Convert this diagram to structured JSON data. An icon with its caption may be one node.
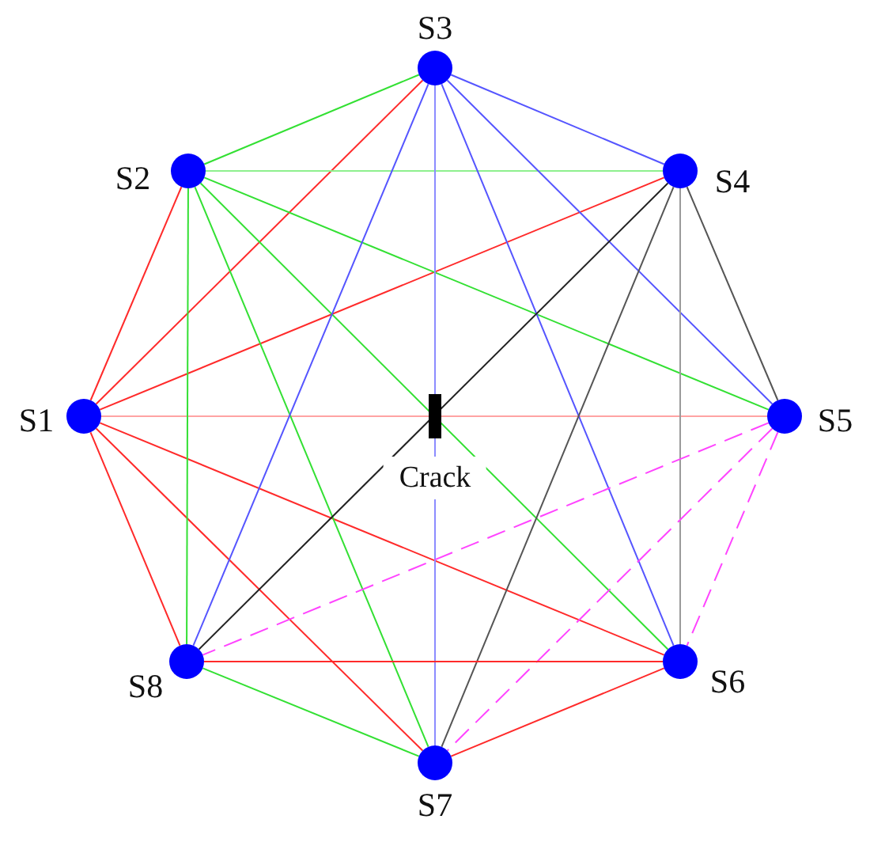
{
  "diagram": {
    "nodes": [
      {
        "text": [
          "S1"
        ]
      },
      {
        "text": [
          "S2"
        ]
      },
      {
        "text": [
          "S3"
        ]
      },
      {
        "text": [
          "S4"
        ]
      },
      {
        "text": [
          "S5"
        ]
      },
      {
        "text": [
          "S6"
        ]
      },
      {
        "text": [
          "S7"
        ]
      },
      {
        "text": [
          "S8"
        ]
      }
    ],
    "edges": [
      {
        "from": 0,
        "to": 1,
        "arrow": "none"
      },
      {
        "from": 0,
        "to": 2,
        "arrow": "none"
      },
      {
        "from": 0,
        "to": 3,
        "arrow": "none"
      },
      {
        "from": 0,
        "to": 4,
        "arrow": "none",
        "color": "#ffa3a3"
      },
      {
        "from": 0,
        "to": 5,
        "arrow": "none"
      },
      {
        "from": 0,
        "to": 6,
        "arrow": "none"
      },
      {
        "from": 0,
        "to": 7,
        "arrow": "none"
      },
      {
        "from": 1,
        "to": 2,
        "arrow": "none",
        "color": "#33e033"
      },
      {
        "from": 1,
        "to": 3,
        "arrow": "none",
        "color": "#8ef08e"
      },
      {
        "from": 1,
        "to": 4,
        "arrow": "none",
        "color": "#33e033"
      },
      {
        "from": 1,
        "to": 5,
        "arrow": "none",
        "color": "#33e033"
      },
      {
        "from": 1,
        "to": 6,
        "arrow": "none",
        "color": "#33e033"
      },
      {
        "from": 1,
        "to": 7,
        "arrow": "none",
        "color": "#33e033"
      },
      {
        "from": 2,
        "to": 3,
        "arrow": "none",
        "color": "#5555ff"
      },
      {
        "from": 2,
        "to": 4,
        "arrow": "none",
        "color": "#5555ff"
      },
      {
        "from": 2,
        "to": 5,
        "arrow": "none",
        "color": "#5555ff"
      },
      {
        "from": 2,
        "to": 6,
        "arrow": "none",
        "color": "#8c8cff"
      },
      {
        "from": 2,
        "to": 7,
        "arrow": "none",
        "color": "#5555ff"
      },
      {
        "from": 3,
        "to": 4,
        "arrow": "none",
        "color": "#555555"
      },
      {
        "from": 3,
        "to": 5,
        "arrow": "none",
        "color": "#9a9a9a"
      },
      {
        "from": 3,
        "to": 6,
        "arrow": "none",
        "color": "#555555"
      },
      {
        "from": 3,
        "to": 7,
        "arrow": "none",
        "color": "#222222"
      },
      {
        "from": 4,
        "to": 5,
        "arrow": "none",
        "style": "dashed",
        "color": "#ff44ff"
      },
      {
        "from": 4,
        "to": 6,
        "arrow": "none",
        "style": "dashed",
        "color": "#ff44ff"
      },
      {
        "from": 4,
        "to": 7,
        "arrow": "none",
        "style": "dashed",
        "color": "#ff44ff"
      },
      {
        "from": 5,
        "to": 6,
        "arrow": "none"
      },
      {
        "from": 5,
        "to": 7,
        "arrow": "none"
      },
      {
        "from": 6,
        "to": 7,
        "arrow": "none",
        "color": "#33e033"
      }
    ],
    "labels": [
      "Crack"
    ]
  }
}
